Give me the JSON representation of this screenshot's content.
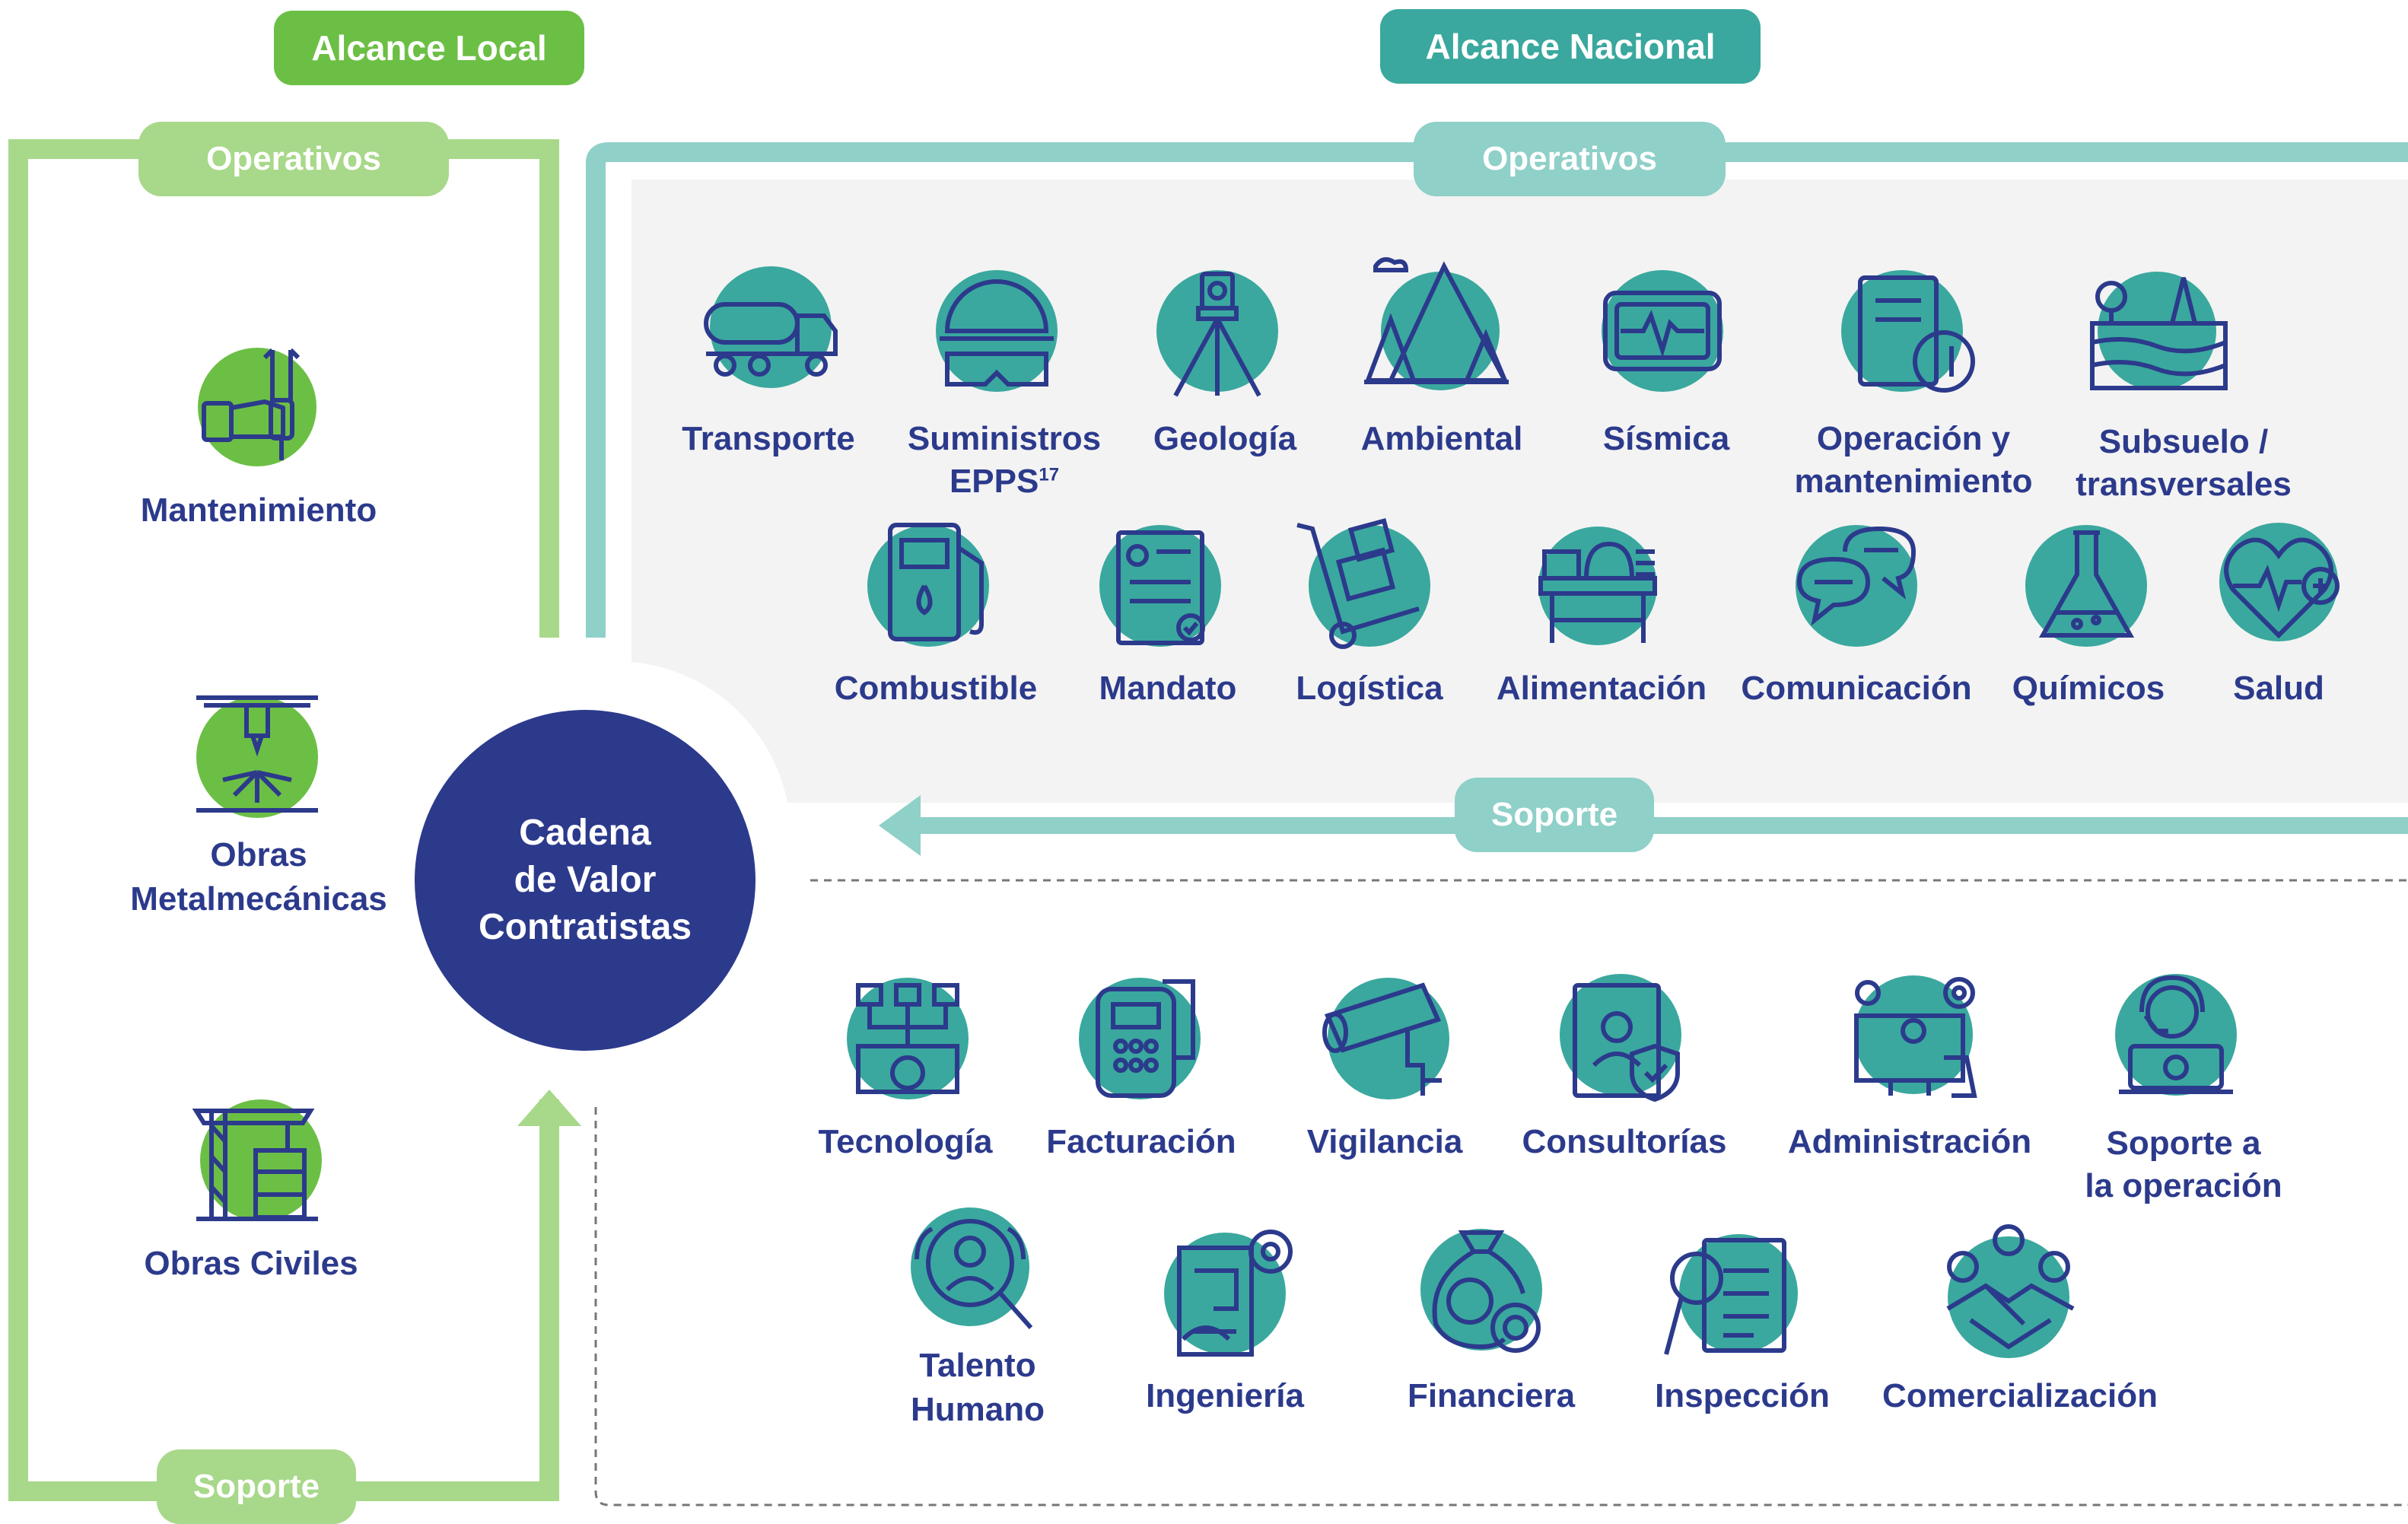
{
  "scope": {
    "local": "Alcance Local",
    "nacional": "Alcance Nacional"
  },
  "local": {
    "operativos": "Operativos",
    "soporte": "Soporte",
    "items": [
      {
        "label": "Mantenimiento",
        "icon": "hand-wrench-icon"
      },
      {
        "label_line1": "Obras",
        "label_line2": "Metalmecánicas",
        "icon": "welding-machine-icon"
      },
      {
        "label": "Obras Civiles",
        "icon": "crane-building-icon"
      }
    ]
  },
  "hub": {
    "line1": "Cadena",
    "line2": "de Valor",
    "line3": "Contratistas"
  },
  "nacional": {
    "operativos": "Operativos",
    "soporte": "Soporte",
    "operativos_items": [
      {
        "label": "Transporte",
        "icon": "tanker-truck-icon"
      },
      {
        "label_line1": "Suministros",
        "label_line2": "EPPS",
        "footnote": "17",
        "icon": "helmet-goggles-icon"
      },
      {
        "label": "Geología",
        "icon": "surveying-tripod-icon"
      },
      {
        "label": "Ambiental",
        "icon": "mountain-trees-icon"
      },
      {
        "label": "Sísmica",
        "icon": "seismograph-icon"
      },
      {
        "label_line1": "Operación y",
        "label_line2": "mantenimiento",
        "icon": "machine-wrench-icon"
      },
      {
        "label_line1": "Subsuelo /",
        "label_line2": "transversales",
        "icon": "soil-layers-icon"
      },
      {
        "label": "Combustible",
        "icon": "fuel-pump-icon"
      },
      {
        "label": "Mandato",
        "icon": "contract-document-icon"
      },
      {
        "label": "Logística",
        "icon": "hand-truck-icon"
      },
      {
        "label": "Alimentación",
        "icon": "food-table-icon"
      },
      {
        "label": "Comunicación",
        "icon": "chat-bubbles-icon"
      },
      {
        "label": "Químicos",
        "icon": "flask-icon"
      },
      {
        "label": "Salud",
        "icon": "heart-pulse-icon"
      }
    ],
    "soporte_items": [
      {
        "label": "Tecnología",
        "icon": "circuit-gear-icon"
      },
      {
        "label": "Facturación",
        "icon": "pos-terminal-icon"
      },
      {
        "label": "Vigilancia",
        "icon": "security-camera-icon"
      },
      {
        "label": "Consultorías",
        "icon": "document-shield-icon"
      },
      {
        "label": "Administración",
        "icon": "monitor-people-gear-icon"
      },
      {
        "label_line1": "Soporte a",
        "label_line2": "la operación",
        "icon": "support-agent-icon"
      },
      {
        "label_line1": "Talento",
        "label_line2": "Humano",
        "icon": "person-magnifier-icon"
      },
      {
        "label": "Ingeniería",
        "icon": "blueprint-gear-icon"
      },
      {
        "label": "Financiera",
        "icon": "money-bag-gear-icon"
      },
      {
        "label": "Inspección",
        "icon": "magnifier-document-icon"
      },
      {
        "label": "Comercialización",
        "icon": "handshake-money-icon"
      }
    ]
  },
  "colors": {
    "navy": "#2c3a8c",
    "green": "#6cbf45",
    "light_green": "#a8d88a",
    "teal": "#3aa89e",
    "light_teal": "#8fd0c8",
    "panel_gray": "#f3f3f3"
  }
}
